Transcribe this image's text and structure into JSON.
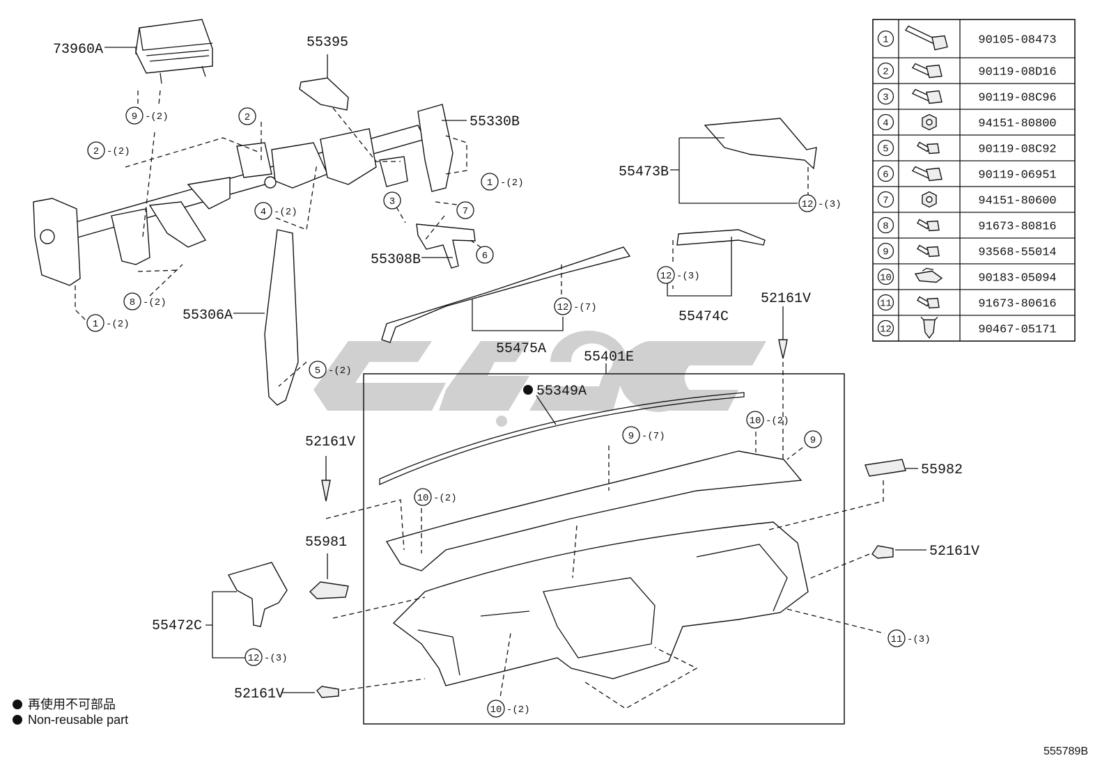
{
  "labels": {
    "p73960A": "73960A",
    "p55395": "55395",
    "p55330B": "55330B",
    "p55473B": "55473B",
    "p55308B": "55308B",
    "p55306A": "55306A",
    "p55475A": "55475A",
    "p55474C": "55474C",
    "p52161V_a": "52161V",
    "p55401E": "55401E",
    "p55349A": "55349A",
    "p52161V_b": "52161V",
    "p55982": "55982",
    "p55981": "55981",
    "p52161V_c": "52161V",
    "p55472C": "55472C",
    "p52161V_d": "52161V"
  },
  "callouts": {
    "c9_top": {
      "n": "9",
      "q": "-(2)"
    },
    "c2_left": {
      "n": "2",
      "q": "-(2)"
    },
    "c2_mid": {
      "n": "2",
      "q": ""
    },
    "c1_right": {
      "n": "1",
      "q": "-(2)"
    },
    "c3": {
      "n": "3",
      "q": ""
    },
    "c7": {
      "n": "7",
      "q": ""
    },
    "c6": {
      "n": "6",
      "q": ""
    },
    "c4": {
      "n": "4",
      "q": "-(2)"
    },
    "c8": {
      "n": "8",
      "q": "-(2)"
    },
    "c1_bot": {
      "n": "1",
      "q": "-(2)"
    },
    "c12_a": {
      "n": "12",
      "q": "-(3)"
    },
    "c12_b": {
      "n": "12",
      "q": "-(3)"
    },
    "c12_c": {
      "n": "12",
      "q": "-(7)"
    },
    "c5": {
      "n": "5",
      "q": "-(2)"
    },
    "c10_a": {
      "n": "10",
      "q": "-(2)"
    },
    "c9_b": {
      "n": "9",
      "q": "-(7)"
    },
    "c9_c": {
      "n": "9",
      "q": ""
    },
    "c10_b": {
      "n": "10",
      "q": "-(2)"
    },
    "c11": {
      "n": "11",
      "q": "-(3)"
    },
    "c12_d": {
      "n": "12",
      "q": "-(3)"
    },
    "c10_c": {
      "n": "10",
      "q": "-(2)"
    }
  },
  "parts_table": [
    {
      "n": "1",
      "icon": "flange-bolt-long-icon",
      "part": "90105-08473"
    },
    {
      "n": "2",
      "icon": "flange-bolt-icon",
      "part": "90119-08D16"
    },
    {
      "n": "3",
      "icon": "flange-bolt-icon",
      "part": "90119-08C96"
    },
    {
      "n": "4",
      "icon": "hex-nut-icon",
      "part": "94151-80800"
    },
    {
      "n": "5",
      "icon": "short-bolt-icon",
      "part": "90119-08C92"
    },
    {
      "n": "6",
      "icon": "flange-bolt-icon",
      "part": "90119-06951"
    },
    {
      "n": "7",
      "icon": "hex-nut-icon",
      "part": "94151-80600"
    },
    {
      "n": "8",
      "icon": "short-bolt-icon",
      "part": "91673-80816"
    },
    {
      "n": "9",
      "icon": "short-bolt-icon",
      "part": "93568-55014"
    },
    {
      "n": "10",
      "icon": "clip-nut-icon",
      "part": "90183-05094"
    },
    {
      "n": "11",
      "icon": "short-bolt-icon",
      "part": "91673-80616"
    },
    {
      "n": "12",
      "icon": "push-clip-icon",
      "part": "90467-05171"
    }
  ],
  "legend": {
    "jp": "再使用不可部品",
    "en": "Non-reusable part"
  },
  "diagram_code": "555789B"
}
